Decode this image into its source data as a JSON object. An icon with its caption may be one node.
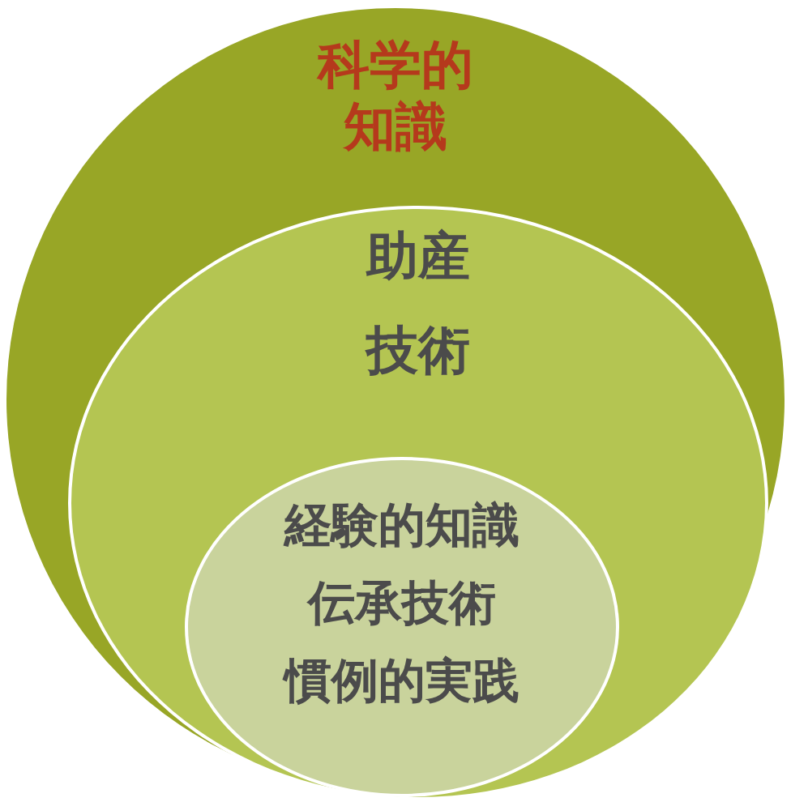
{
  "diagram": {
    "nodes": [
      {
        "text": [
          "科学的知識"
        ]
      },
      {
        "text": [
          "助産技術"
        ],
        "in": 0
      },
      {
        "text": [
          "経験的知識",
          "伝承技術",
          "慣例的実践"
        ],
        "in": 1
      }
    ]
  }
}
